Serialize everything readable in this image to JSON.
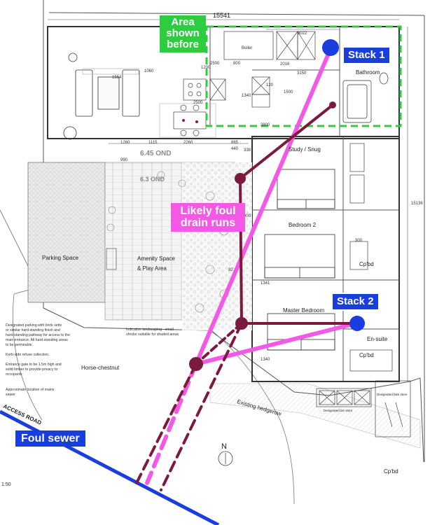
{
  "callouts": {
    "area_shown_before": [
      "Area",
      "shown",
      "before"
    ],
    "stack_1": "Stack 1",
    "stack_2": "Stack 2",
    "likely_foul_drain_runs": [
      "Likely foul",
      "drain runs"
    ],
    "foul_sewer": "Foul sewer"
  },
  "rooms": {
    "study": "Study / Snug",
    "bedroom_2": "Bedroom 2",
    "master_bedroom": "Master Bedroom",
    "en_suite": "En-suite",
    "bathroom": "Bathroom",
    "boiler": "Boiler",
    "cpbd_1": "Cp'bd",
    "cpbd_2": "Cp'bd",
    "cpbd_3": "Cp'bd"
  },
  "site": {
    "parking_space": "Parking Space",
    "amenity_space": [
      "Amenity Space",
      "& Play Area"
    ],
    "horse_chestnut": "Horse-chestnut",
    "existing_hedgerow": "Existing hedgerow",
    "access_road": "ACCESS ROAD",
    "level_1": "6.45 OND",
    "level_2": "6.3 OND",
    "north": "N",
    "scale": "1:50",
    "bike_store": "Designated bike store",
    "bin_store": "Designated bin store"
  },
  "notes": {
    "parking_note": [
      "Designated parking with brick setts",
      "or similar hard-standing finish and",
      "hard-standing pathway for access to the",
      "main entrance. All hard-standing areas",
      "to be permeable."
    ],
    "refuse_note": "Kerb-side refuse collection.",
    "gate_note": [
      "Entrance gate to be 1.5m high and",
      "solid timber to provide privacy to",
      "occupants"
    ],
    "sewer_note": [
      "Approximate location of mains",
      "sewer"
    ],
    "landscaping_note": [
      "Indicative landscaping - small",
      "shrubs suitable for shaded areas"
    ]
  },
  "dimensions": {
    "overall_width": "15541",
    "overall_height": "15136",
    "d_3022": "3022",
    "d_2016": "2016",
    "d_3150": "3150",
    "d_1500": "1500",
    "d_1340": "1340",
    "d_1200": "1200",
    "d_2500a": "2500",
    "d_800": "800",
    "d_2500b": "2500",
    "d_1060": "1060",
    "d_1554": "1554",
    "d_1260": "1260",
    "d_1115": "1115",
    "d_2260": "2260",
    "d_885": "885",
    "d_440": "440",
    "d_338": "338",
    "d_990": "990",
    "d_3800": "3800",
    "d_120": "120",
    "d_900": "900",
    "d_1341": "1341",
    "d_1340b": "1340",
    "d_300": "300",
    "d_92": "92"
  },
  "colors": {
    "callout_green": "#2ecc40",
    "stack_blue": "#1a3de0",
    "drain_pink": "#f25ae6",
    "drain_maroon": "#7a1a3c",
    "sewer_blue": "#1a3de0"
  }
}
